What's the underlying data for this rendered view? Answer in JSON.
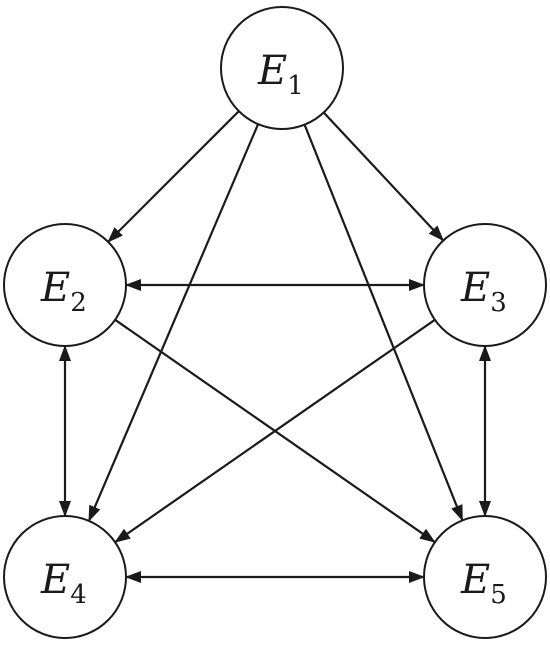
{
  "diagram": {
    "nodes": [
      {
        "id": "E1",
        "letter": "E",
        "sub": "1"
      },
      {
        "id": "E2",
        "letter": "E",
        "sub": "2"
      },
      {
        "id": "E3",
        "letter": "E",
        "sub": "3"
      },
      {
        "id": "E4",
        "letter": "E",
        "sub": "4"
      },
      {
        "id": "E5",
        "letter": "E",
        "sub": "5"
      }
    ],
    "edges": [
      {
        "from": "E1",
        "to": "E2",
        "direction": "forward"
      },
      {
        "from": "E1",
        "to": "E3",
        "direction": "forward"
      },
      {
        "from": "E1",
        "to": "E4",
        "direction": "forward"
      },
      {
        "from": "E1",
        "to": "E5",
        "direction": "forward"
      },
      {
        "from": "E2",
        "to": "E3",
        "direction": "both"
      },
      {
        "from": "E2",
        "to": "E4",
        "direction": "both"
      },
      {
        "from": "E2",
        "to": "E5",
        "direction": "forward"
      },
      {
        "from": "E3",
        "to": "E4",
        "direction": "forward"
      },
      {
        "from": "E3",
        "to": "E5",
        "direction": "both"
      },
      {
        "from": "E4",
        "to": "E5",
        "direction": "both"
      }
    ],
    "colors": {
      "stroke": "#1a1a1a",
      "fill": "#ffffff"
    }
  }
}
